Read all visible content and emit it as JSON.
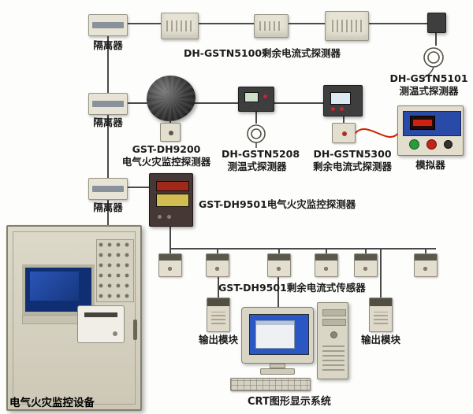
{
  "colors": {
    "line": "#4a4a4a",
    "red_wire": "#cc2200",
    "module_beige": "#e7e3d4",
    "module_dark": "#3e3e3e",
    "screen_blue": "#2a57c4",
    "simulator_panel_blue": "#2a4aa8"
  },
  "labels": {
    "isolator_1": "隔离器",
    "isolator_2": "隔离器",
    "isolator_3": "隔离器",
    "detector_5100": "DH-GSTN5100剩余电流式探测器",
    "detector_5101_model": "DH-GSTN5101",
    "detector_5101_type": "测温式探测器",
    "detector_9200_model": "GST-DH9200",
    "detector_9200_type": "电气火灾监控探测器",
    "detector_5208_model": "DH-GSTN5208",
    "detector_5208_type": "测温式探测器",
    "detector_5300_model": "DH-GSTN5300",
    "detector_5300_type": "剩余电流式探测器",
    "simulator": "模拟器",
    "detector_9501": "GST-DH9501电气火灾监控探测器",
    "sensor_row": "GST-DH9501剩余电流式传感器",
    "output_module_left": "输出模块",
    "output_module_right": "输出模块",
    "cabinet": "电气火灾监控设备",
    "crt_system": "CRT图形显示系统"
  }
}
